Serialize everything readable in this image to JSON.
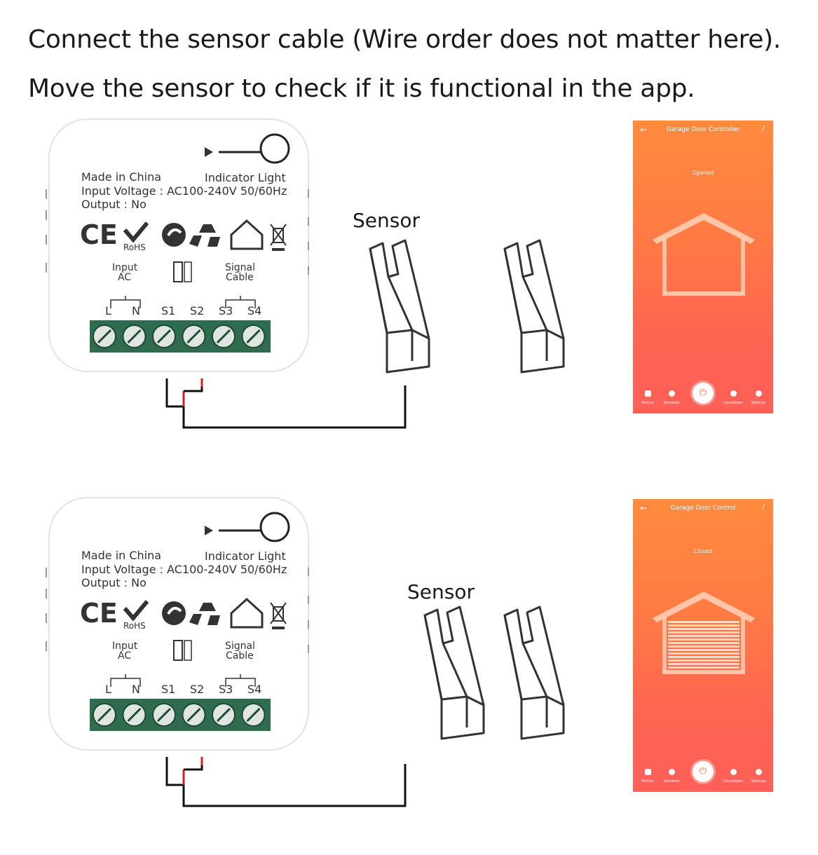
{
  "instructions": {
    "line1": "Connect the sensor cable (Wire order does not matter here).",
    "line2": "Move the sensor to check if it is functional in the app."
  },
  "module": {
    "made_in": "Made in China",
    "indicator": "Indicator Light",
    "voltage": "Input Voltage : AC100-240V 50/60Hz",
    "output": "Output : No",
    "rohs": "RoHS",
    "input_label": "Input",
    "input_sub": "AC",
    "signal_label": "Signal",
    "signal_sub": "Cable",
    "terminals": [
      "L",
      "N",
      "S1",
      "S2",
      "S3",
      "S4"
    ],
    "ce": "CE"
  },
  "sensor_label": "Sensor",
  "panels": [
    {
      "app_title": "Garage Door Controller",
      "status": "Opened",
      "door_state": "open"
    },
    {
      "app_title": "Garage Door Control",
      "status": "Closed",
      "door_state": "closed"
    }
  ],
  "app_nav": {
    "history": "History",
    "schedule": "Schedule",
    "countdown": "Countdown",
    "settings": "Settings"
  },
  "icons": [
    "back-arrow-icon",
    "edit-pencil-icon",
    "power-icon",
    "history-icon",
    "schedule-icon",
    "countdown-icon",
    "settings-icon",
    "ce-mark-icon",
    "rohs-check-icon",
    "recycle-icon",
    "house-icon",
    "weee-bin-icon"
  ],
  "colors": {
    "app_orange": "#ff7a45",
    "wire_red": "#d62020",
    "terminal_green": "#2f6b4f",
    "wire_black": "#111111"
  }
}
